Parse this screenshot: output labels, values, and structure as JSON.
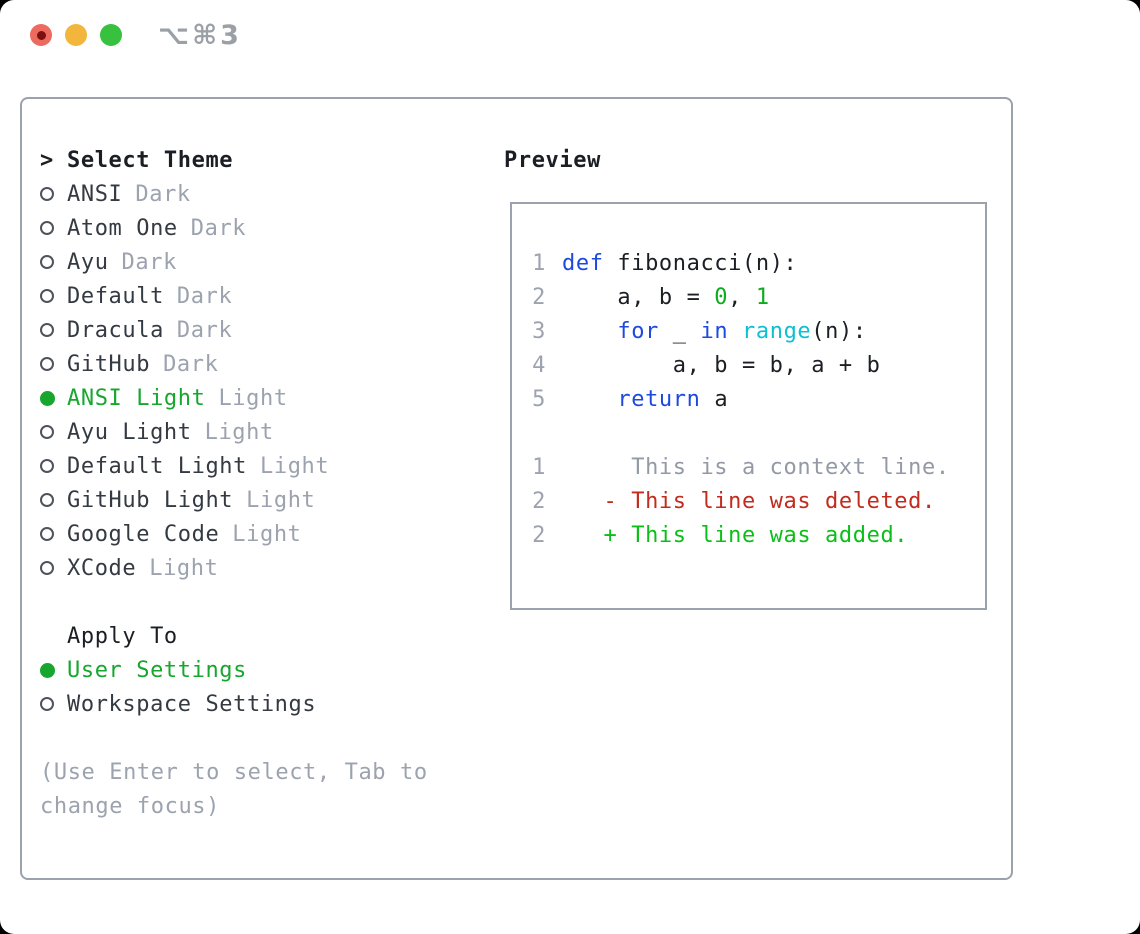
{
  "titlebar": {
    "shortcut": "⌥⌘3"
  },
  "theme_panel": {
    "title_prefix": ">",
    "title": "Select Theme",
    "items": [
      {
        "name": "ANSI",
        "variant": "Dark",
        "selected": false
      },
      {
        "name": "Atom One",
        "variant": "Dark",
        "selected": false
      },
      {
        "name": "Ayu",
        "variant": "Dark",
        "selected": false
      },
      {
        "name": "Default",
        "variant": "Dark",
        "selected": false
      },
      {
        "name": "Dracula",
        "variant": "Dark",
        "selected": false
      },
      {
        "name": "GitHub",
        "variant": "Dark",
        "selected": false
      },
      {
        "name": "ANSI Light",
        "variant": "Light",
        "selected": true
      },
      {
        "name": "Ayu Light",
        "variant": "Light",
        "selected": false
      },
      {
        "name": "Default Light",
        "variant": "Light",
        "selected": false
      },
      {
        "name": "GitHub Light",
        "variant": "Light",
        "selected": false
      },
      {
        "name": "Google Code",
        "variant": "Light",
        "selected": false
      },
      {
        "name": "XCode",
        "variant": "Light",
        "selected": false
      }
    ]
  },
  "apply_to": {
    "title": "Apply To",
    "options": [
      {
        "label": "User Settings",
        "selected": true
      },
      {
        "label": "Workspace Settings",
        "selected": false
      }
    ]
  },
  "help": {
    "line1": "(Use Enter to select, Tab to",
    "line2": "change focus)"
  },
  "preview": {
    "title": "Preview",
    "code_lines": [
      {
        "num": "1",
        "tokens": [
          {
            "t": "def",
            "c": "keyword"
          },
          {
            "t": " fibonacci(n):",
            "c": "plain"
          }
        ]
      },
      {
        "num": "2",
        "tokens": [
          {
            "t": "    a, b = ",
            "c": "plain"
          },
          {
            "t": "0",
            "c": "number"
          },
          {
            "t": ", ",
            "c": "plain"
          },
          {
            "t": "1",
            "c": "number"
          }
        ]
      },
      {
        "num": "3",
        "tokens": [
          {
            "t": "    ",
            "c": "plain"
          },
          {
            "t": "for",
            "c": "keyword"
          },
          {
            "t": " _ ",
            "c": "plain"
          },
          {
            "t": "in",
            "c": "keyword"
          },
          {
            "t": " ",
            "c": "plain"
          },
          {
            "t": "range",
            "c": "builtin"
          },
          {
            "t": "(n):",
            "c": "plain"
          }
        ]
      },
      {
        "num": "4",
        "tokens": [
          {
            "t": "        a, b = b, a + b",
            "c": "plain"
          }
        ]
      },
      {
        "num": "5",
        "tokens": [
          {
            "t": "    ",
            "c": "plain"
          },
          {
            "t": "return",
            "c": "keyword"
          },
          {
            "t": " a",
            "c": "plain"
          }
        ]
      }
    ],
    "diff_lines": [
      {
        "num": "1",
        "kind": "context",
        "text": "     This is a context line."
      },
      {
        "num": "2",
        "kind": "deleted",
        "text": "   - This line was deleted."
      },
      {
        "num": "2",
        "kind": "added",
        "text": "   + This line was added."
      }
    ]
  },
  "colors": {
    "accent_green": "#17a62e",
    "keyword_blue": "#1d49dd",
    "builtin_cyan": "#0cc0d4",
    "number_green": "#0cac1d",
    "deleted_red": "#c22b1d",
    "added_green": "#0abf17",
    "context_gray": "#939aa5",
    "muted_gray": "#9ca3af",
    "text_dark": "#1b1f24",
    "item_gray": "#343a42",
    "radio_ring": "#4e545d",
    "border_gray": "#99a2ad",
    "titlebar_gray": "#9aa0a6",
    "light_red": "#ed6a5e",
    "light_yellow": "#f2b63c",
    "light_green": "#38c13e",
    "red_dot": "#7b100f"
  }
}
